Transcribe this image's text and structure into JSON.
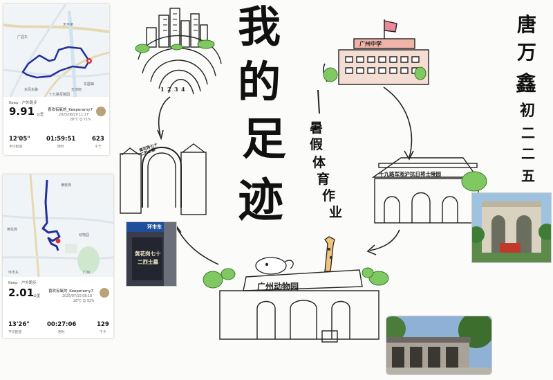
{
  "title": [
    "我",
    "的",
    "足",
    "迹"
  ],
  "subtitle": [
    "暑",
    "假",
    "体",
    "育",
    "作",
    "业"
  ],
  "author": [
    "唐",
    "万",
    "鑫",
    "初",
    "二",
    "二",
    "五"
  ],
  "signs": {
    "school_top": "广州中学",
    "school_gate": "十九路军淞沪抗日将士陵园",
    "zoo": "广州动物园",
    "gate_arch": "黄花岗七十二烈士墓",
    "photo_sign_line1": "黄花岗七十",
    "photo_sign_line2": "二烈士墓",
    "photo_top": "环市东"
  },
  "rainbow_numbers": [
    "1",
    "2",
    "3",
    "4"
  ],
  "card1": {
    "map_labels": [
      "天平架",
      "广园东",
      "东圃镇",
      "东风东路",
      "天河南",
      "十九路军陵园"
    ],
    "app": "Keep · 户外跑步",
    "distance": "9.91",
    "distance_unit": "公里",
    "user": "喜欢有氧的_Keeperamy7",
    "date": "2025/08/20 11:17",
    "weather": "28°C  ☺ 71%",
    "pace": "12'05\"",
    "pace_label": "平均配速",
    "time": "01:59:51",
    "time_label": "用时",
    "cal": "623",
    "cal_label": "千卡"
  },
  "card2": {
    "map_labels": [
      "横枝岗",
      "黄花岗",
      "动物园",
      "环市东",
      "广州"
    ],
    "app": "Keep · 户外跑步",
    "distance": "2.01",
    "distance_unit": "公里",
    "user": "喜欢有氧的_Keeperamy7",
    "date": "2025/07/10 08:18",
    "weather": "28°C  ☺ 92%",
    "pace": "13'26\"",
    "pace_label": "平均配速",
    "time": "00:27:06",
    "time_label": "用时",
    "cal": "129",
    "cal_label": "千卡"
  },
  "colors": {
    "route": "#23309c",
    "pin": "#d8323c",
    "green": "#4caf50",
    "flag": "#e98a9b",
    "brick": "#f0b3a8"
  }
}
